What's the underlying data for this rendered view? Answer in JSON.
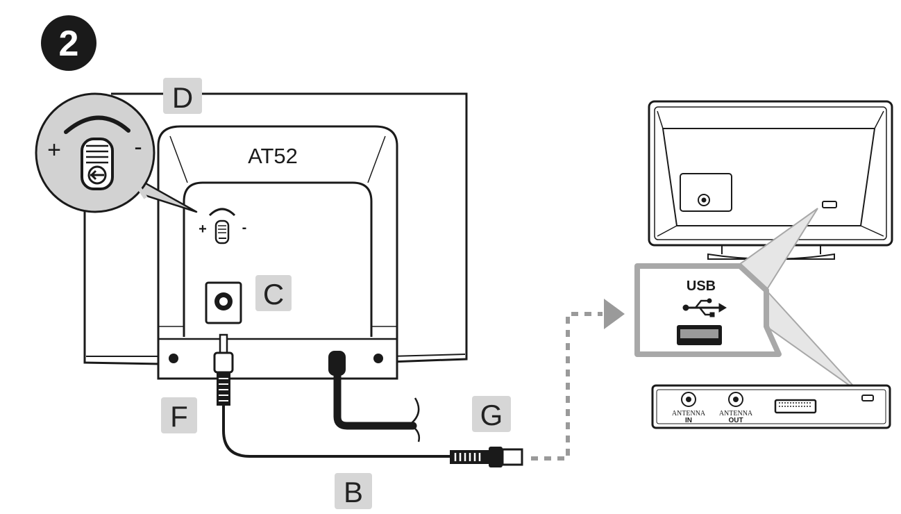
{
  "step": {
    "number": "2"
  },
  "antenna": {
    "model": "AT52"
  },
  "callouts": {
    "b": "B",
    "c": "C",
    "d": "D",
    "f": "F",
    "g": "G"
  },
  "gain": {
    "plus": "+",
    "minus": "-"
  },
  "tv": {
    "usb_label": "USB",
    "antenna_in_line1": "ANTENNA",
    "antenna_in_line2": "IN",
    "antenna_out_line1": "ANTENNA",
    "antenna_out_line2": "OUT"
  },
  "colors": {
    "line": "#1a1a1a",
    "label_box": "#d6d6d6",
    "zoom_fill": "#d2d2d2",
    "usb_zoom_border": "#a8a8a8",
    "arrow": "#9a9a9a"
  }
}
